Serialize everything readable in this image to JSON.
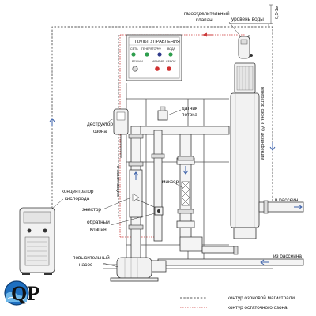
{
  "panel": {
    "title": "ПУЛЬТ УПРАВЛЕНИЯ",
    "indicators": [
      "СЕТЬ",
      "ГЕНЕРАТОР",
      "УФ",
      "ВОДА"
    ],
    "buttons": [
      "РЕЖИМ",
      "АВАРИЯ",
      "СБРОС"
    ]
  },
  "labels": {
    "gas_sep_line1": "газоотделительный",
    "gas_sep_line2": "клапан",
    "water_level": "уровень воды",
    "height": "0,5-1м",
    "destructor_line1": "деструктор",
    "destructor_line2": "озона",
    "flow_sensor_line1": "датчик",
    "flow_sensor_line2": "потока",
    "generator": "генератор озона и УФ дезинфекции",
    "to_drain": "в канализацию",
    "concentrator_line1": "концентратор",
    "concentrator_line2": "кислорода",
    "mixer": "миксер",
    "ejector": "эжектор",
    "check_valve_line1": "обратный",
    "check_valve_line2": "клапан",
    "booster_line1": "повысительный",
    "booster_line2": "насос",
    "to_pool": "в бассейн",
    "from_pool": "из бассейна"
  },
  "legend": {
    "ozone_line": "контур озоновой магистрали",
    "residual_ozone": "контур остаточного озона"
  },
  "logo": {
    "text": "QP"
  },
  "colors": {
    "accent_red": "#cc3b3b",
    "led_green": "#2e9e4d",
    "led_red": "#d03030",
    "flow_blue": "#3a5fa8",
    "logo_blue": "#1e6fc0"
  }
}
